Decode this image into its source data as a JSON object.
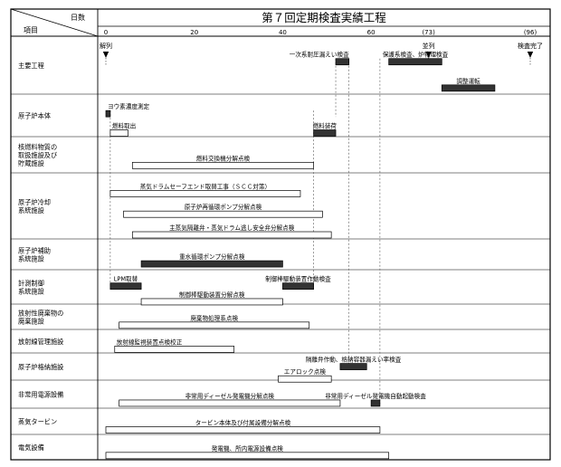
{
  "chart_data": {
    "type": "gantt",
    "title": "第７回定期検査実績工程",
    "header_left_top": "日数",
    "header_left_bottom": "項目",
    "xlim": [
      0,
      96
    ],
    "ticks": [
      {
        "value": 0,
        "label": "0"
      },
      {
        "value": 20,
        "label": "20"
      },
      {
        "value": 40,
        "label": "40"
      },
      {
        "value": 60,
        "label": "60"
      },
      {
        "value": 73,
        "label": "(73)"
      },
      {
        "value": 96,
        "label": "(96)"
      }
    ],
    "milestones": [
      {
        "label": "解列",
        "day": 0
      },
      {
        "label": "並列",
        "day": 73
      },
      {
        "label": "検査完了",
        "day": 96
      }
    ],
    "legend": {
      "filled": "#333333",
      "hollow": "#ffffff"
    },
    "rows": [
      {
        "name": "主要工程",
        "lines": [
          "主要工程"
        ],
        "bars": [
          {
            "label": "一次系耐圧漏えい検査",
            "start": 52,
            "end": 55,
            "filled": true,
            "lane": 0,
            "anchor": "end"
          },
          {
            "label": "保護系検査、炉物理検査",
            "start": 64,
            "end": 76,
            "filled": true,
            "lane": 0,
            "anchor": "middle"
          },
          {
            "label": "調整運転",
            "start": 76,
            "end": 88,
            "filled": true,
            "lane": 1,
            "anchor": "middle"
          }
        ]
      },
      {
        "name": "原子炉本体",
        "lines": [
          "原子炉本体"
        ],
        "bars": [
          {
            "label": "ヨウ素濃度測定",
            "start": 0,
            "end": 1,
            "filled": true,
            "lane": 0,
            "anchor": "start"
          },
          {
            "label": "燃料取出",
            "start": 1,
            "end": 5,
            "filled": false,
            "lane": 1,
            "anchor": "start"
          },
          {
            "label": "燃料装荷",
            "start": 47,
            "end": 52,
            "filled": true,
            "lane": 1,
            "anchor": "middle"
          }
        ]
      },
      {
        "name": "核燃料物質の取扱施設及び貯蔵施設",
        "lines": [
          "核燃料物質の",
          "取扱施設及び",
          "貯蔵施設"
        ],
        "bars": [
          {
            "label": "燃料交換機分解点検",
            "start": 6,
            "end": 47,
            "filled": false,
            "lane": 0,
            "anchor": "middle"
          }
        ]
      },
      {
        "name": "原子炉冷却系統施設",
        "lines": [
          "原子炉冷却",
          "系統施設"
        ],
        "bars": [
          {
            "label": "蒸気ドラムセーフエンド取替工事（ＳＣＣ対策）",
            "start": 1,
            "end": 44,
            "filled": false,
            "lane": 0,
            "anchor": "middle"
          },
          {
            "label": "原子炉再循環ポンプ分解点検",
            "start": 4,
            "end": 49,
            "filled": false,
            "lane": 1,
            "anchor": "middle"
          },
          {
            "label": "主蒸気隔離弁・蒸気ドラム逃し安全弁分解点検",
            "start": 6,
            "end": 51,
            "filled": false,
            "lane": 2,
            "anchor": "middle"
          }
        ]
      },
      {
        "name": "原子炉補助系統施設",
        "lines": [
          "原子炉補助",
          "系統施設"
        ],
        "bars": [
          {
            "label": "重水循環ポンプ分解点検",
            "start": 8,
            "end": 40,
            "filled": true,
            "lane": 0,
            "anchor": "middle"
          }
        ]
      },
      {
        "name": "計測制御系統施設",
        "lines": [
          "計測制御",
          "系統施設"
        ],
        "bars": [
          {
            "label": "LPM取替",
            "start": 1,
            "end": 8,
            "filled": true,
            "lane": 0,
            "anchor": "middle"
          },
          {
            "label": "制御棒駆動装置作動検査",
            "start": 40,
            "end": 47,
            "filled": true,
            "lane": 0,
            "anchor": "middle"
          },
          {
            "label": "制御棒駆動装置分解点検",
            "start": 8,
            "end": 40,
            "filled": false,
            "lane": 1,
            "anchor": "middle"
          }
        ]
      },
      {
        "name": "放射性廃棄物の廃棄施設",
        "lines": [
          "放射性廃棄物の",
          "廃棄施設"
        ],
        "bars": [
          {
            "label": "廃棄物処理系点検",
            "start": 3,
            "end": 46,
            "filled": false,
            "lane": 0,
            "anchor": "middle"
          }
        ]
      },
      {
        "name": "放射線管理施設",
        "lines": [
          "放射線管理施設"
        ],
        "bars": [
          {
            "label": "放射線監視装置点検校正",
            "start": 2,
            "end": 29,
            "filled": false,
            "lane": 0,
            "anchor": "start"
          }
        ]
      },
      {
        "name": "原子炉格納施設",
        "lines": [
          "原子炉格納施設"
        ],
        "bars": [
          {
            "label": "隔離弁作動、格納容器漏えい率検査",
            "start": 53,
            "end": 59,
            "filled": true,
            "lane": 0,
            "anchor": "middle"
          },
          {
            "label": "エアロック点検",
            "start": 39,
            "end": 51,
            "filled": false,
            "lane": 1,
            "anchor": "middle"
          }
        ]
      },
      {
        "name": "非常用電源設備",
        "lines": [
          "非常用電源設備"
        ],
        "bars": [
          {
            "label": "非常用ディーゼル発電機分解点検",
            "start": 3,
            "end": 53,
            "filled": false,
            "lane": 0,
            "anchor": "middle"
          },
          {
            "label": "非常用ディーゼル発電機自動起動検査",
            "start": 60,
            "end": 62,
            "filled": true,
            "lane": 0,
            "anchor": "middle"
          }
        ]
      },
      {
        "name": "蒸気タービン",
        "lines": [
          "蒸気タービン"
        ],
        "bars": [
          {
            "label": "タービン本体及び付属設備分解点検",
            "start": 0,
            "end": 62,
            "filled": false,
            "lane": 0,
            "anchor": "middle"
          }
        ]
      },
      {
        "name": "電気設備",
        "lines": [
          "電気設備"
        ],
        "bars": [
          {
            "label": "発電機、所内電源設備点検",
            "start": 0,
            "end": 64,
            "filled": false,
            "lane": 0,
            "anchor": "middle"
          }
        ]
      }
    ],
    "dashed_guides": [
      {
        "day": 1,
        "from_row": 1,
        "to_row": 5
      },
      {
        "day": 47,
        "from_row": 1,
        "to_row": 5
      },
      {
        "day": 52,
        "from_row": 0,
        "to_row": 1
      },
      {
        "day": 55,
        "from_row": 0,
        "to_row": 8
      },
      {
        "day": 62,
        "from_row": 0,
        "to_row": 9
      }
    ]
  }
}
